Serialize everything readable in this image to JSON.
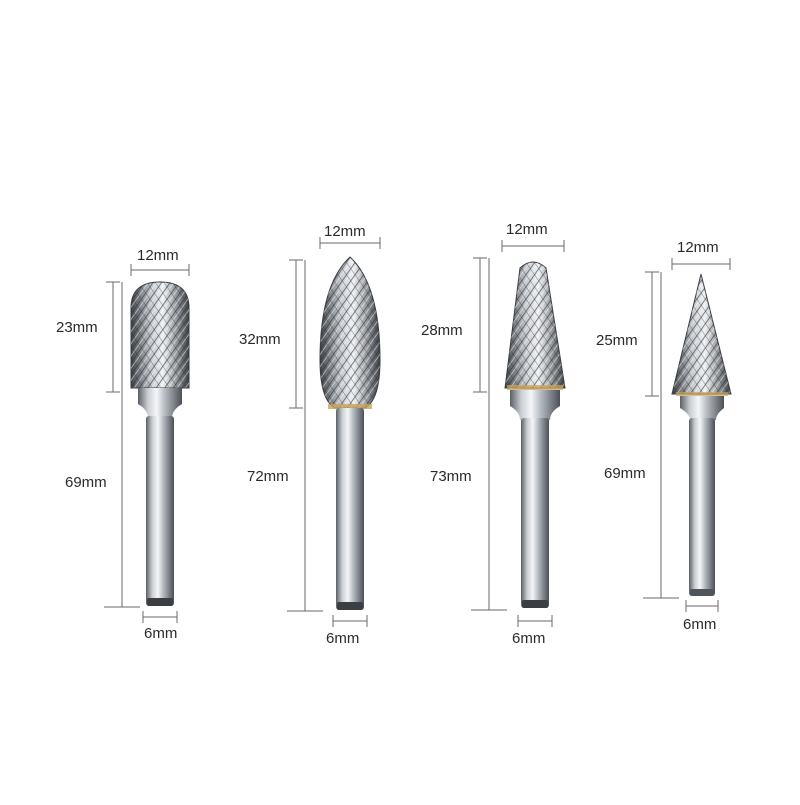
{
  "image": {
    "background": "#ffffff",
    "dimension_line_color": "#6a6a6a",
    "metal_light": "#f2f4f6",
    "metal_mid": "#a9aeb4",
    "metal_dark": "#4a4f55",
    "brass_accent": "#c8a45a"
  },
  "burrs": [
    {
      "shape": "cylinder-ball-nose",
      "head_width_label": "12mm",
      "head_length_label": "23mm",
      "total_length_label": "69mm",
      "shank_diameter_label": "6mm"
    },
    {
      "shape": "tree",
      "head_width_label": "12mm",
      "head_length_label": "32mm",
      "total_length_label": "72mm",
      "shank_diameter_label": "6mm"
    },
    {
      "shape": "cone-ball-nose",
      "head_width_label": "12mm",
      "head_length_label": "28mm",
      "total_length_label": "73mm",
      "shank_diameter_label": "6mm"
    },
    {
      "shape": "pointed-cone",
      "head_width_label": "12mm",
      "head_length_label": "25mm",
      "total_length_label": "69mm",
      "shank_diameter_label": "6mm"
    }
  ]
}
